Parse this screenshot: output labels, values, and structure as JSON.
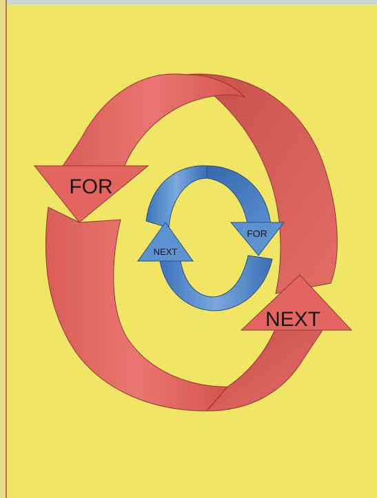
{
  "diagram": {
    "outer_loop": {
      "top_arrow_label": "FOR",
      "bottom_arrow_label": "NEXT",
      "color": "#e0645e"
    },
    "inner_loop": {
      "right_arrow_label": "FOR",
      "left_arrow_label": "NEXT",
      "color": "#4f86c8"
    },
    "background_color": "#f1e566"
  }
}
